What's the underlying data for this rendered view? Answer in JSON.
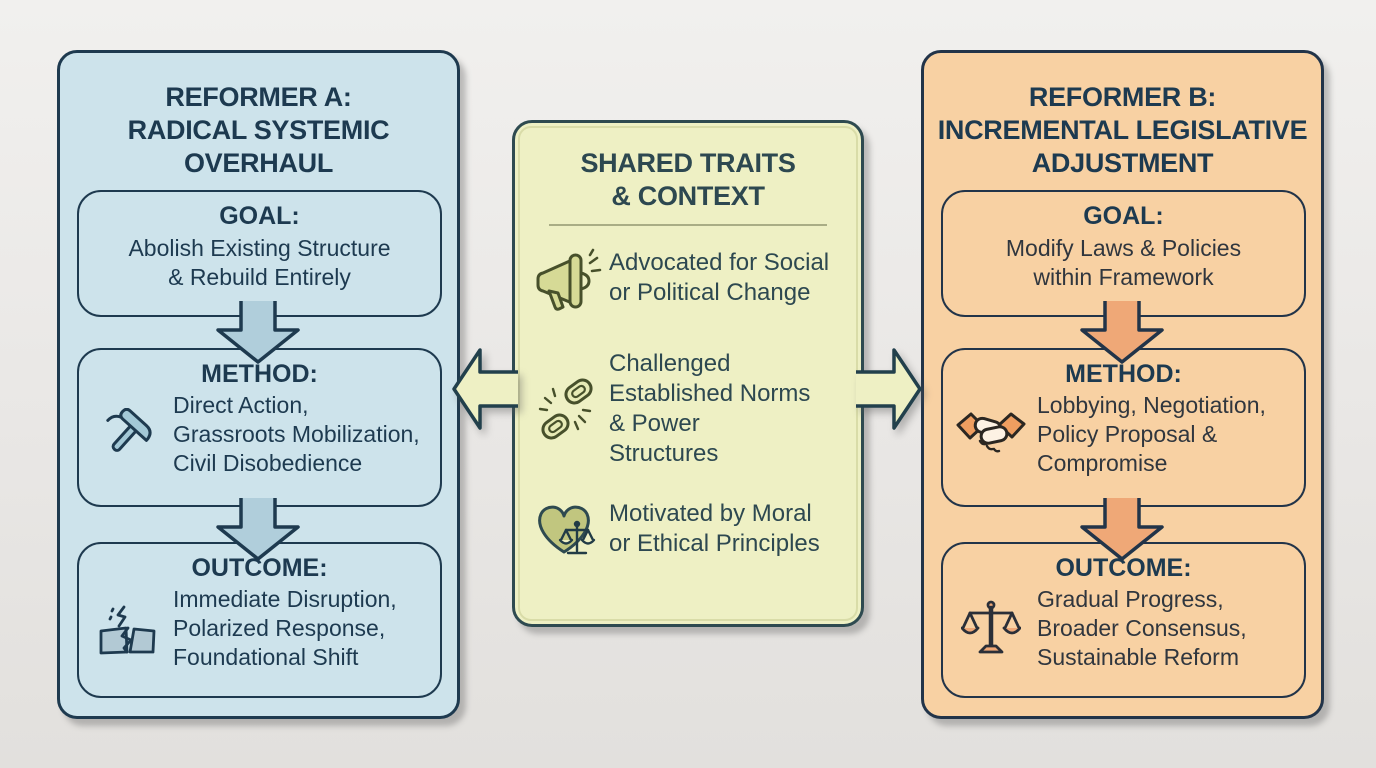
{
  "colors": {
    "background": "#eae8e6",
    "left_panel_bg": "#cde3eb",
    "left_panel_border": "#1e3a4f",
    "left_arrow_fill": "#b0cedb",
    "center_panel_bg": "#eef0c4",
    "center_panel_border": "#2e4a50",
    "center_divider": "#a9ad85",
    "right_panel_bg": "#f8d1a3",
    "right_panel_border": "#223449",
    "right_arrow_fill": "#efa877",
    "heading_text": "#1d3a50"
  },
  "left_panel": {
    "title": "REFORMER A:\nRADICAL SYSTEMIC\nOVERHAUL",
    "goal": {
      "label": "GOAL:",
      "text": "Abolish Existing Structure\n& Rebuild Entirely"
    },
    "method": {
      "label": "METHOD:",
      "icon": "hammer-icon",
      "text": "Direct Action,\nGrassroots Mobilization,\nCivil Disobedience"
    },
    "outcome": {
      "label": "OUTCOME:",
      "icon": "cracked-foundation-icon",
      "text": "Immediate Disruption,\nPolarized Response,\nFoundational Shift"
    }
  },
  "center_panel": {
    "title": "SHARED TRAITS\n& CONTEXT",
    "items": [
      {
        "icon": "megaphone-icon",
        "text": "Advocated for Social\nor Political Change"
      },
      {
        "icon": "broken-chain-icon",
        "text": "Challenged\nEstablished Norms\n& Power\nStructures"
      },
      {
        "icon": "heart-scales-icon",
        "text": "Motivated by Moral\nor Ethical Principles"
      }
    ]
  },
  "right_panel": {
    "title": "REFORMER B:\nINCREMENTAL LEGISLATIVE\nADJUSTMENT",
    "goal": {
      "label": "GOAL:",
      "text": "Modify Laws & Policies\nwithin Framework"
    },
    "method": {
      "label": "METHOD:",
      "icon": "handshake-icon",
      "text": "Lobbying, Negotiation,\nPolicy Proposal &\nCompromise"
    },
    "outcome": {
      "label": "OUTCOME:",
      "icon": "balance-scale-icon",
      "text": "Gradual Progress,\nBroader Consensus,\nSustainable Reform"
    }
  }
}
